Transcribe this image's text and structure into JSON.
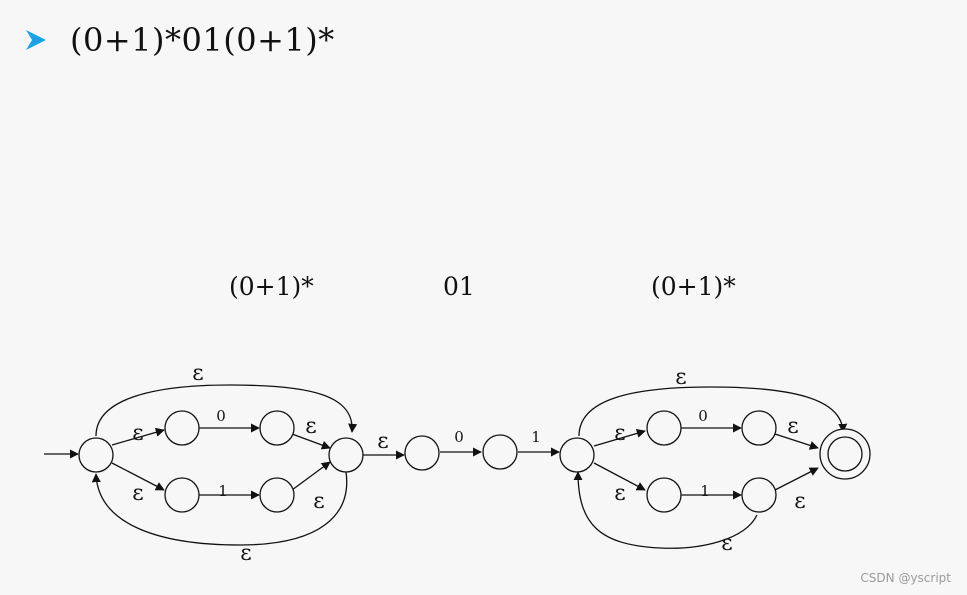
{
  "title": "(0+1)*01(0+1)*",
  "bullet_color": "#1aa3e8",
  "bullet_icon": "arrowhead-bullet-icon",
  "sections": [
    {
      "label": "(0+1)*"
    },
    {
      "label": "01"
    },
    {
      "label": "(0+1)*"
    }
  ],
  "labels": {
    "eps": "ε",
    "zero": "0",
    "one": "1"
  },
  "watermark": "CSDN @yscript"
}
